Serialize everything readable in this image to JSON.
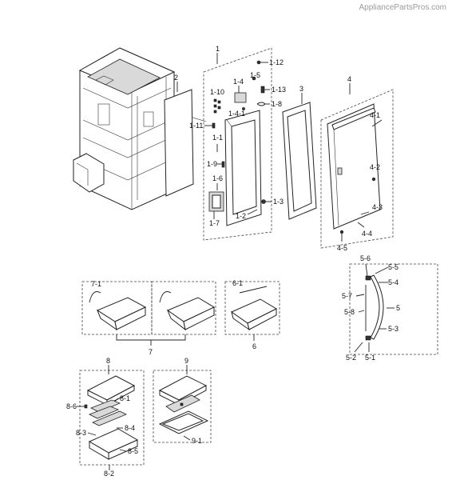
{
  "watermark": "AppliancePartsPros.com",
  "labels": {
    "l1": "1",
    "l1_12": "1-12",
    "l1_5": "1-5",
    "l1_13": "1-13",
    "l1_4": "1-4",
    "l1_10": "1-10",
    "l1_8": "1-8",
    "l1_4_1": "1-4-1",
    "l1_11": "1-11",
    "l1_1": "1-1",
    "l1_9": "1-9",
    "l1_6": "1-6",
    "l1_3": "1-3",
    "l1_2": "1-2",
    "l1_7": "1-7",
    "l2": "2",
    "l3": "3",
    "l4": "4",
    "l4_1": "4-1",
    "l4_2": "4-2",
    "l4_3": "4-3",
    "l4_4": "4-4",
    "l4_5": "4-5",
    "l5": "5",
    "l5_1": "5-1",
    "l5_2": "5-2",
    "l5_3": "5-3",
    "l5_4": "5-4",
    "l5_5": "5-5",
    "l5_6": "5-6",
    "l5_7": "5-7",
    "l5_8": "5-8",
    "l6": "6",
    "l6_1": "6-1",
    "l7": "7",
    "l7_1": "7-1",
    "l8": "8",
    "l8_1": "8-1",
    "l8_2": "8-2",
    "l8_3": "8-3",
    "l8_4": "8-4",
    "l8_5": "8-5",
    "l8_6": "8-6",
    "l9": "9",
    "l9_1": "9-1"
  }
}
